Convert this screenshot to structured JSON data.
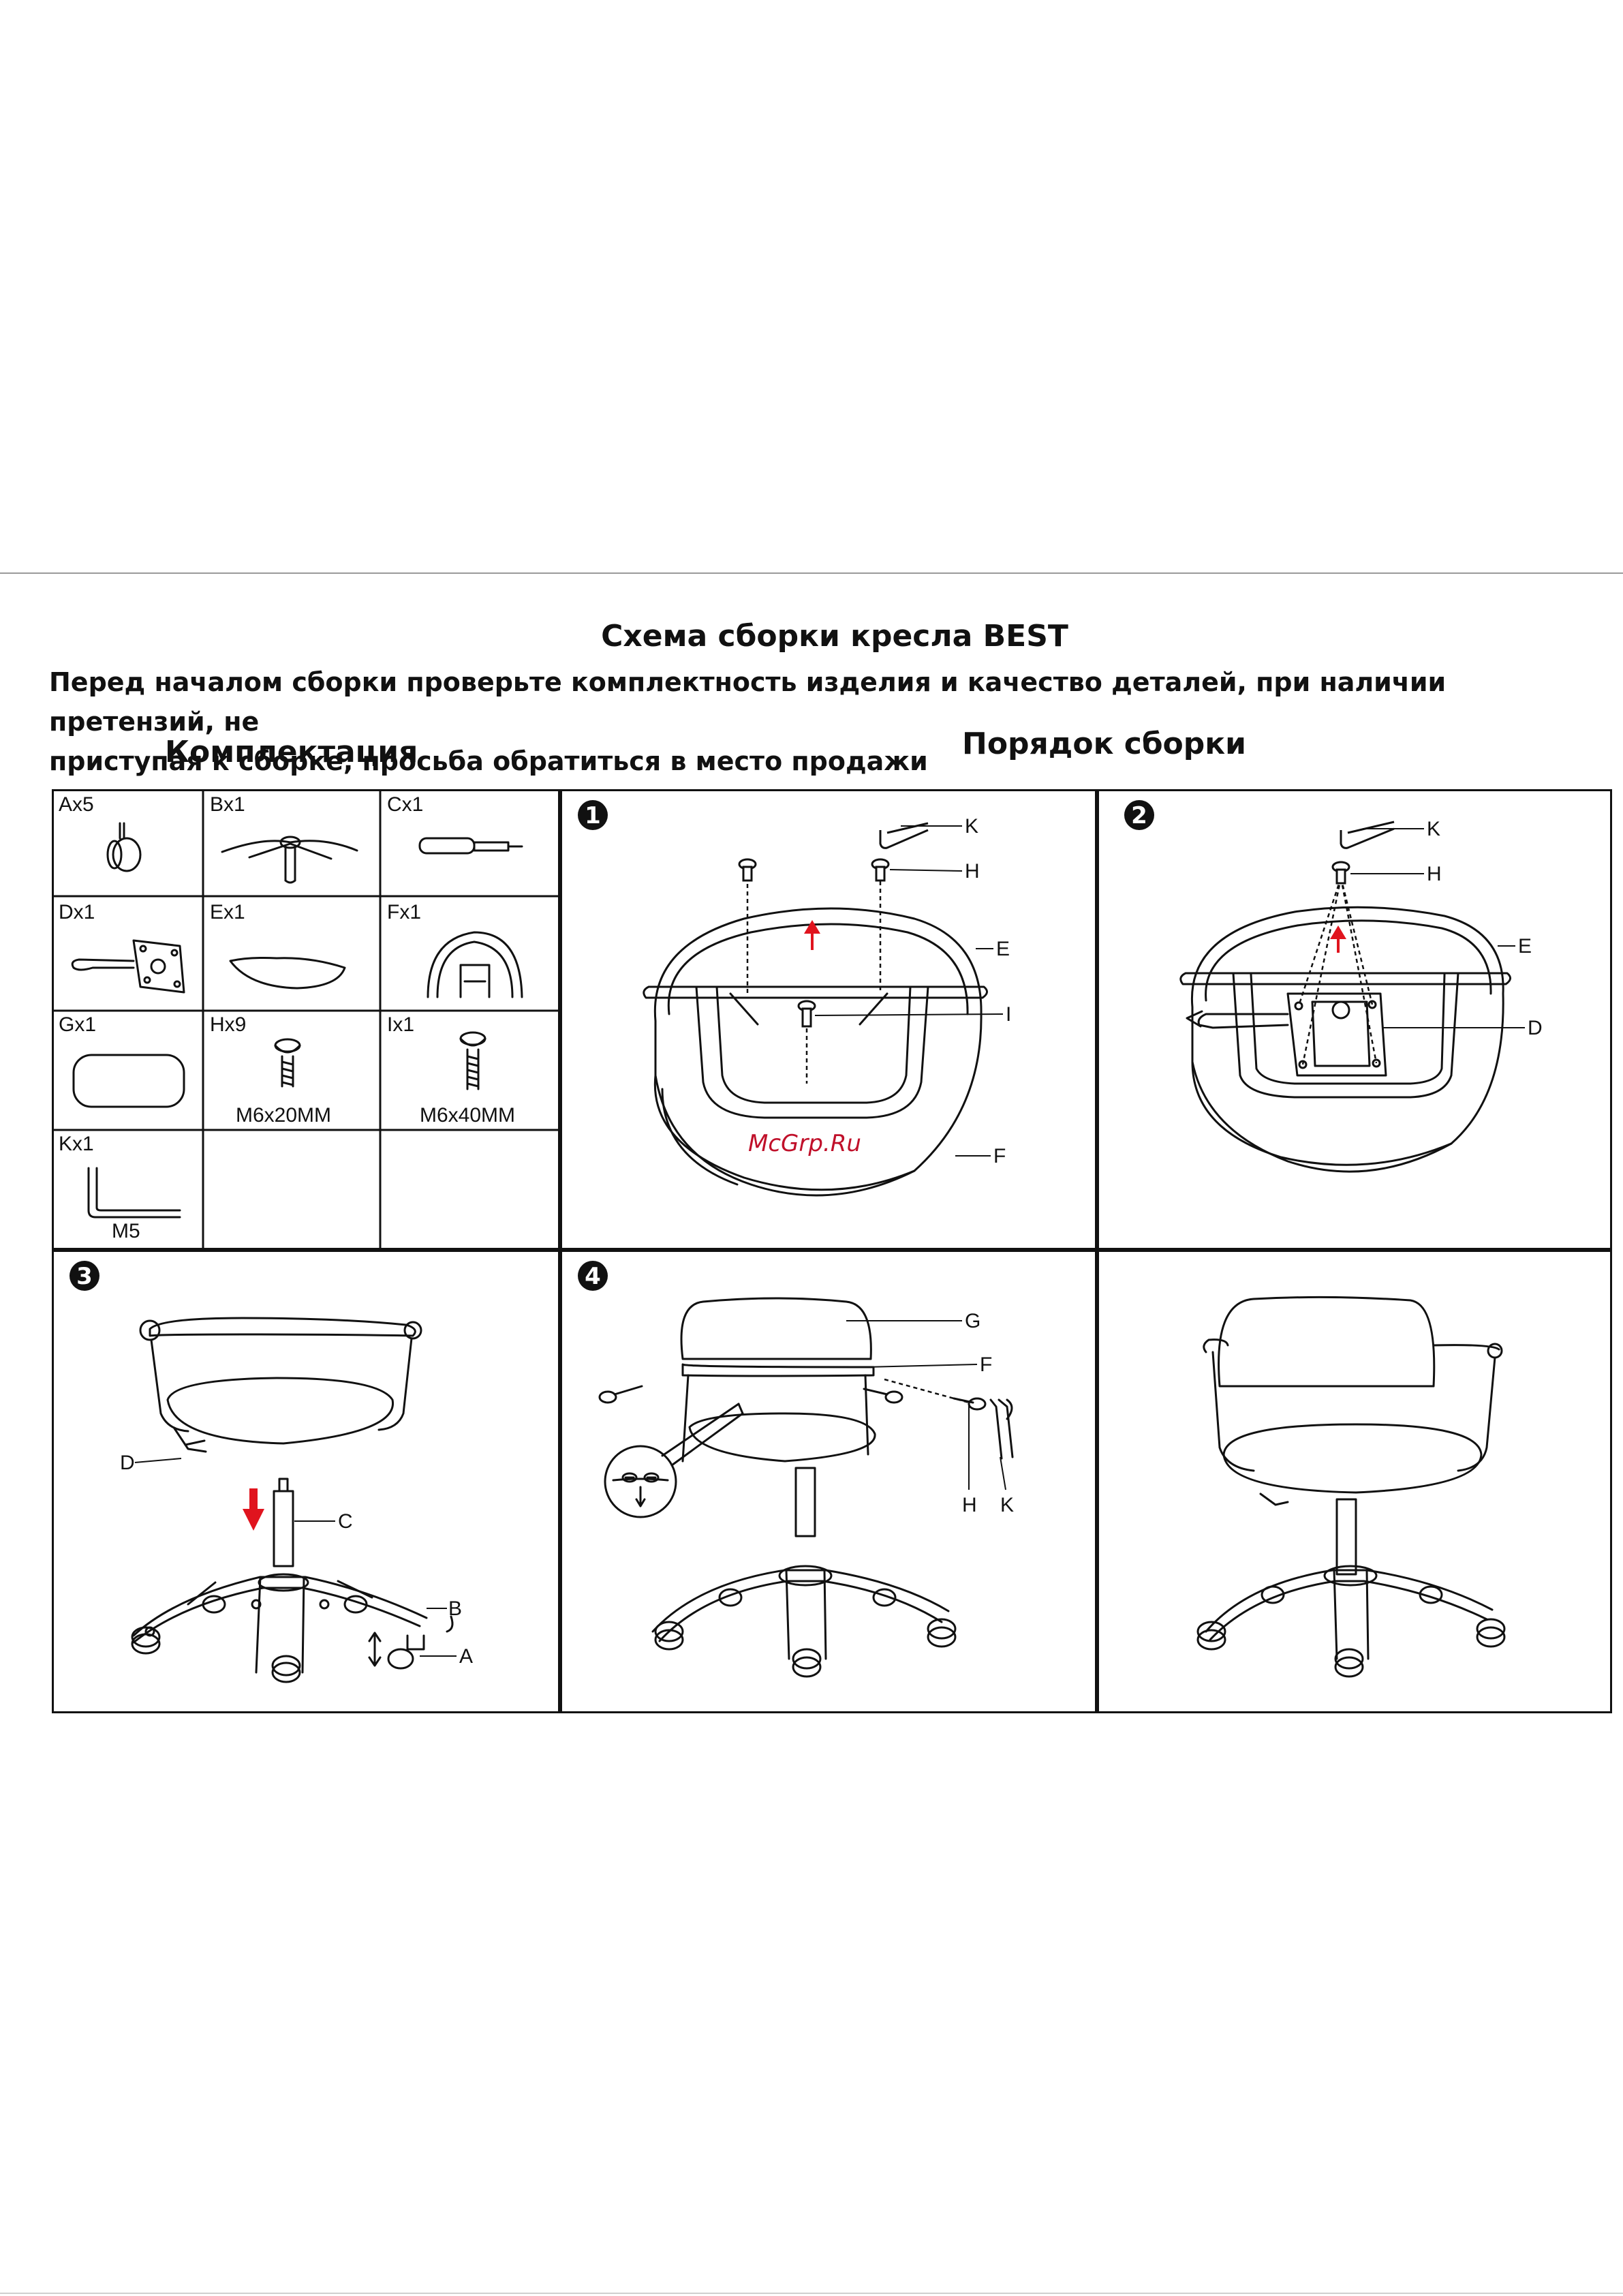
{
  "document": {
    "title": "Схема сборки кресла BEST",
    "intro_line1": "Перед началом сборки проверьте комплектность изделия и качество деталей, при наличии претензий, не",
    "intro_line2": "приступая к сборке, просьба обратиться в место продажи",
    "kit_heading": "Комплектация",
    "order_heading": "Порядок сборки",
    "watermark": "McGrp.Ru"
  },
  "parts": [
    {
      "code": "Ax5",
      "caption": ""
    },
    {
      "code": "Bx1",
      "caption": ""
    },
    {
      "code": "Cx1",
      "caption": ""
    },
    {
      "code": "Dx1",
      "caption": ""
    },
    {
      "code": "Ex1",
      "caption": ""
    },
    {
      "code": "Fx1",
      "caption": ""
    },
    {
      "code": "Gx1",
      "caption": ""
    },
    {
      "code": "Hx9",
      "caption": "M6x20MM"
    },
    {
      "code": "Ix1",
      "caption": "M6x40MM"
    },
    {
      "code": "Kx1",
      "caption": "M5"
    }
  ],
  "steps": [
    {
      "marker": "1",
      "labels": [
        "K",
        "H",
        "E",
        "I",
        "F"
      ]
    },
    {
      "marker": "2",
      "labels": [
        "K",
        "H",
        "E",
        "D"
      ]
    },
    {
      "marker": "3",
      "labels": [
        "D",
        "C",
        "B",
        "A"
      ]
    },
    {
      "marker": "4",
      "labels": [
        "G",
        "F",
        "H",
        "K"
      ]
    }
  ],
  "colors": {
    "line": "#111111",
    "arrow": "#e0141e",
    "watermark": "#c0102a"
  }
}
